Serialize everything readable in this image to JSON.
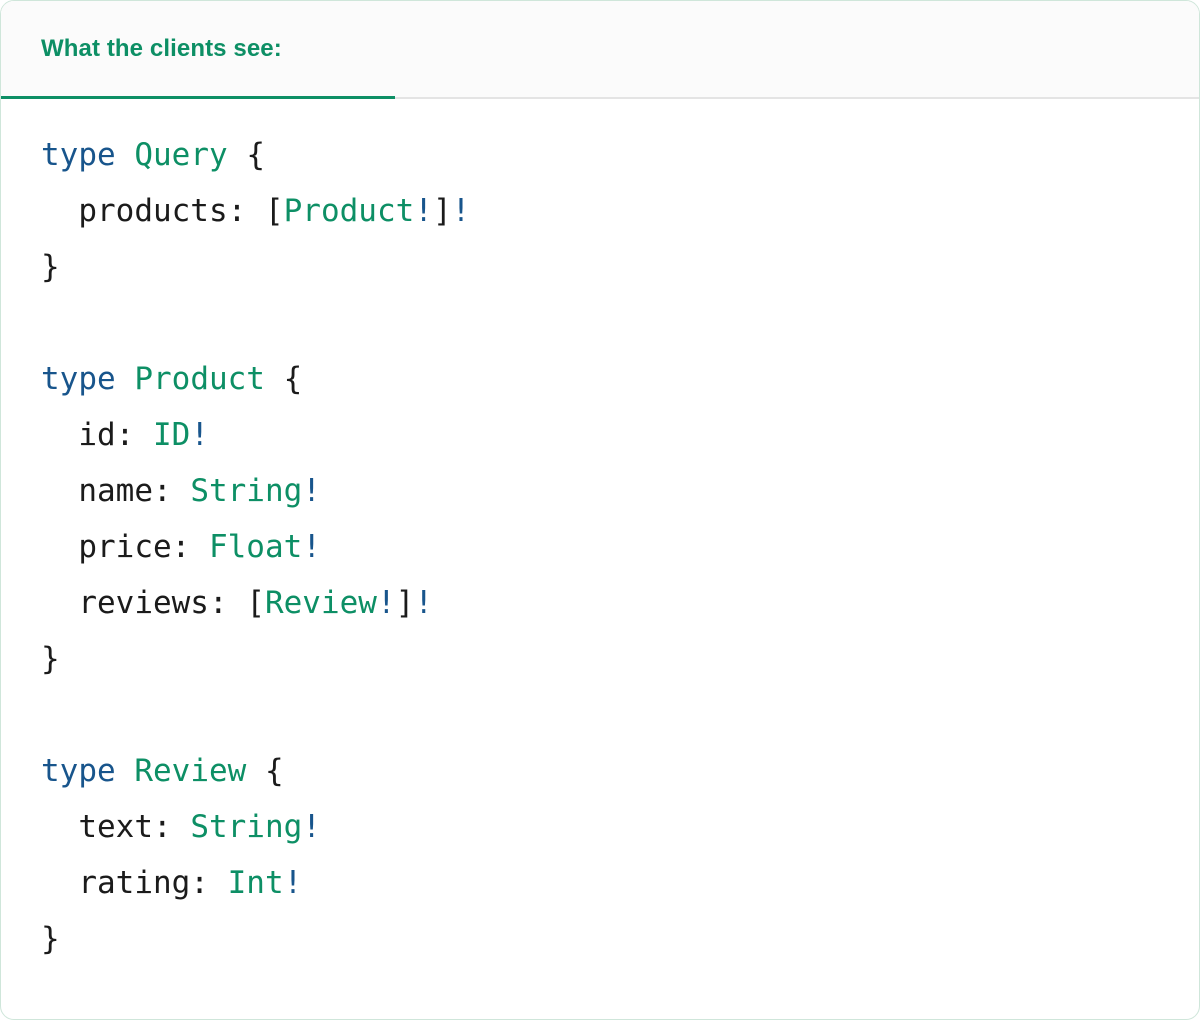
{
  "panel": {
    "border_color": "#cfe6da",
    "background": "#ffffff"
  },
  "tabbar": {
    "active_tab": {
      "label": "What the clients see:",
      "accent_color": "#0d8f65",
      "background": "#fbfbfb"
    },
    "divider_color": "#e4e4e4"
  },
  "colors": {
    "keyword": "#18558c",
    "type_name": "#0d8f65",
    "punctuation": "#1b1b1b",
    "non_null": "#18558c"
  },
  "code": {
    "language": "graphql",
    "lines": [
      {
        "id": "l1",
        "tokens": [
          {
            "t": "type",
            "c": "kw"
          },
          {
            "t": " ",
            "c": "pn"
          },
          {
            "t": "Query",
            "c": "ty"
          },
          {
            "t": " {",
            "c": "pn"
          }
        ]
      },
      {
        "id": "l2",
        "tokens": [
          {
            "t": "  products: ",
            "c": "pn"
          },
          {
            "t": "[",
            "c": "pn"
          },
          {
            "t": "Product",
            "c": "ty"
          },
          {
            "t": "!",
            "c": "bang"
          },
          {
            "t": "]",
            "c": "pn"
          },
          {
            "t": "!",
            "c": "bang"
          }
        ]
      },
      {
        "id": "l3",
        "tokens": [
          {
            "t": "}",
            "c": "pn"
          }
        ]
      },
      {
        "id": "l4",
        "tokens": [
          {
            "t": "",
            "c": "pn"
          }
        ]
      },
      {
        "id": "l5",
        "tokens": [
          {
            "t": "type",
            "c": "kw"
          },
          {
            "t": " ",
            "c": "pn"
          },
          {
            "t": "Product",
            "c": "ty"
          },
          {
            "t": " {",
            "c": "pn"
          }
        ]
      },
      {
        "id": "l6",
        "tokens": [
          {
            "t": "  id: ",
            "c": "pn"
          },
          {
            "t": "ID",
            "c": "ty"
          },
          {
            "t": "!",
            "c": "bang"
          }
        ]
      },
      {
        "id": "l7",
        "tokens": [
          {
            "t": "  name: ",
            "c": "pn"
          },
          {
            "t": "String",
            "c": "ty"
          },
          {
            "t": "!",
            "c": "bang"
          }
        ]
      },
      {
        "id": "l8",
        "tokens": [
          {
            "t": "  price: ",
            "c": "pn"
          },
          {
            "t": "Float",
            "c": "ty"
          },
          {
            "t": "!",
            "c": "bang"
          }
        ]
      },
      {
        "id": "l9",
        "tokens": [
          {
            "t": "  reviews: ",
            "c": "pn"
          },
          {
            "t": "[",
            "c": "pn"
          },
          {
            "t": "Review",
            "c": "ty"
          },
          {
            "t": "!",
            "c": "bang"
          },
          {
            "t": "]",
            "c": "pn"
          },
          {
            "t": "!",
            "c": "bang"
          }
        ]
      },
      {
        "id": "l10",
        "tokens": [
          {
            "t": "}",
            "c": "pn"
          }
        ]
      },
      {
        "id": "l11",
        "tokens": [
          {
            "t": "",
            "c": "pn"
          }
        ]
      },
      {
        "id": "l12",
        "tokens": [
          {
            "t": "type",
            "c": "kw"
          },
          {
            "t": " ",
            "c": "pn"
          },
          {
            "t": "Review",
            "c": "ty"
          },
          {
            "t": " {",
            "c": "pn"
          }
        ]
      },
      {
        "id": "l13",
        "tokens": [
          {
            "t": "  text: ",
            "c": "pn"
          },
          {
            "t": "String",
            "c": "ty"
          },
          {
            "t": "!",
            "c": "bang"
          }
        ]
      },
      {
        "id": "l14",
        "tokens": [
          {
            "t": "  rating: ",
            "c": "pn"
          },
          {
            "t": "Int",
            "c": "ty"
          },
          {
            "t": "!",
            "c": "bang"
          }
        ]
      },
      {
        "id": "l15",
        "tokens": [
          {
            "t": "}",
            "c": "pn"
          }
        ]
      }
    ]
  }
}
